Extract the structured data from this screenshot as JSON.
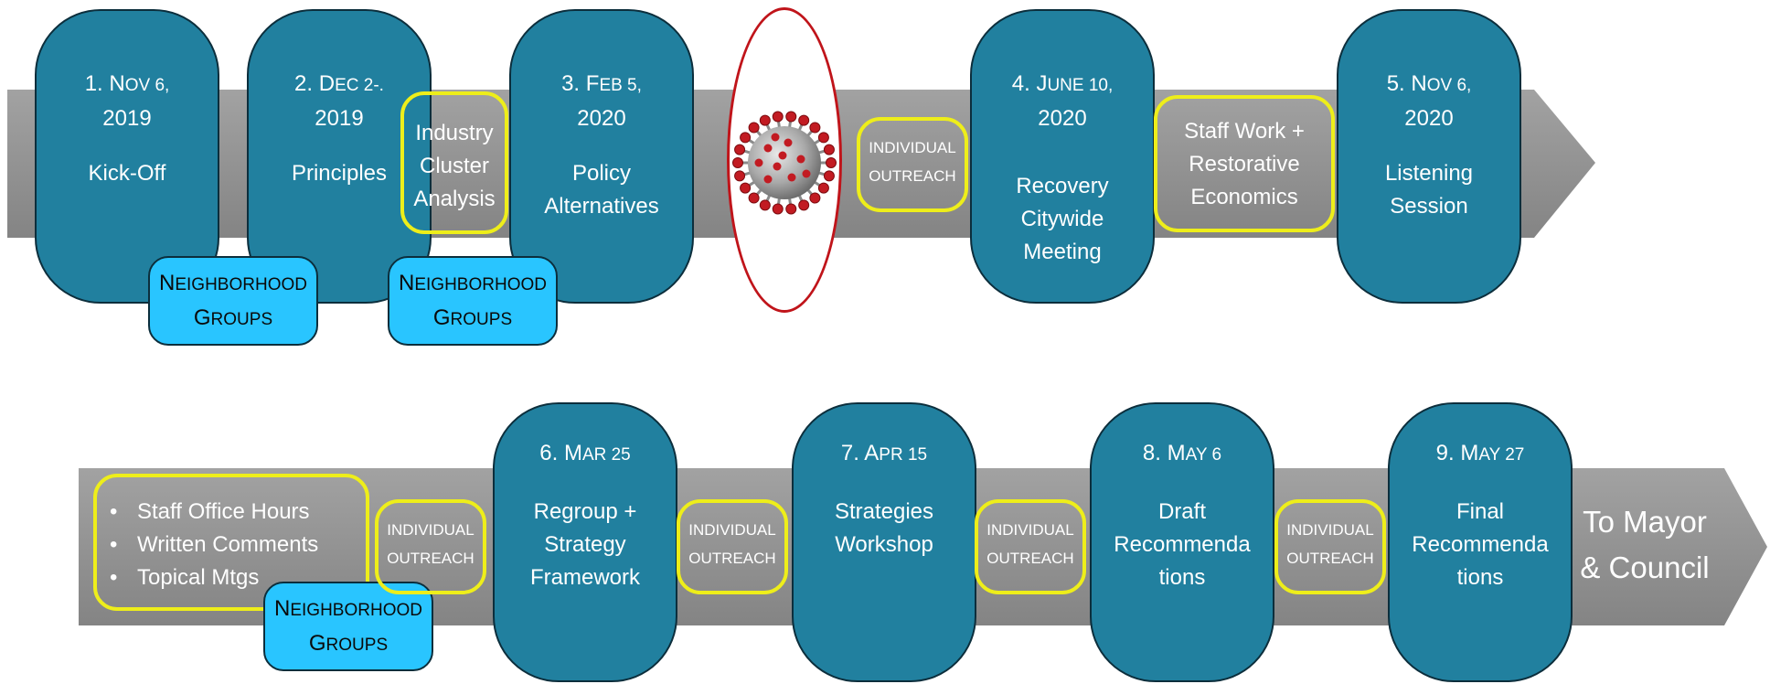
{
  "colors": {
    "arrow": "#8e8e8e",
    "milestone": "#21809f",
    "neighborhood": "#29c5ff",
    "highlight": "#eeee1a",
    "virus_outline": "#c0141a"
  },
  "row1": {
    "milestones": [
      {
        "date_num": "1. ",
        "date_first": "N",
        "date_rest": "OV 6,",
        "date_line2": "2019",
        "title_lines": [
          "Kick-Off"
        ]
      },
      {
        "date_num": "2. ",
        "date_first": "D",
        "date_rest": "EC 2-.",
        "date_line2": "2019",
        "title_lines": [
          "Principles"
        ]
      },
      {
        "date_num": "3. ",
        "date_first": "F",
        "date_rest": "EB 5,",
        "date_line2": "2020",
        "title_lines": [
          "Policy",
          "Alternatives"
        ]
      },
      {
        "date_num": "4. ",
        "date_first": "J",
        "date_rest": "UNE 10,",
        "date_line2": "2020",
        "title_lines": [
          "Recovery",
          "Citywide",
          "Meeting"
        ]
      },
      {
        "date_num": "5. ",
        "date_first": "N",
        "date_rest": "OV 6,",
        "date_line2": "2020",
        "title_lines": [
          "Listening",
          "Session"
        ]
      }
    ],
    "industry_cluster": [
      "Industry",
      "Cluster",
      "Analysis"
    ],
    "individual_outreach": [
      "INDIVIDUAL",
      "OUTREACH"
    ],
    "staff_work": [
      "Staff Work +",
      "Restorative",
      "Economics"
    ]
  },
  "row2": {
    "milestones": [
      {
        "date_num": "6. ",
        "date_first": "M",
        "date_rest": "AR 25",
        "title_lines": [
          "Regroup +",
          "Strategy",
          "Framework"
        ]
      },
      {
        "date_num": "7. ",
        "date_first": "A",
        "date_rest": "PR 15",
        "title_lines": [
          "Strategies",
          "Workshop"
        ]
      },
      {
        "date_num": "8. ",
        "date_first": "M",
        "date_rest": "AY 6",
        "title_lines": [
          "Draft",
          "Recommenda",
          "tions"
        ]
      },
      {
        "date_num": "9. ",
        "date_first": "M",
        "date_rest": "AY 27",
        "title_lines": [
          "Final",
          "Recommenda",
          "tions"
        ]
      }
    ],
    "bullets": [
      "Staff Office Hours",
      "Written Comments",
      "Topical Mtgs"
    ],
    "individual_outreach": [
      "INDIVIDUAL",
      "OUTREACH"
    ],
    "to_mayor": [
      "To Mayor",
      "& Council"
    ]
  },
  "neighborhood_groups": {
    "line1_first": "N",
    "line1_rest": "EIGHBORHOOD",
    "line2_first": "G",
    "line2_rest": "ROUPS"
  }
}
